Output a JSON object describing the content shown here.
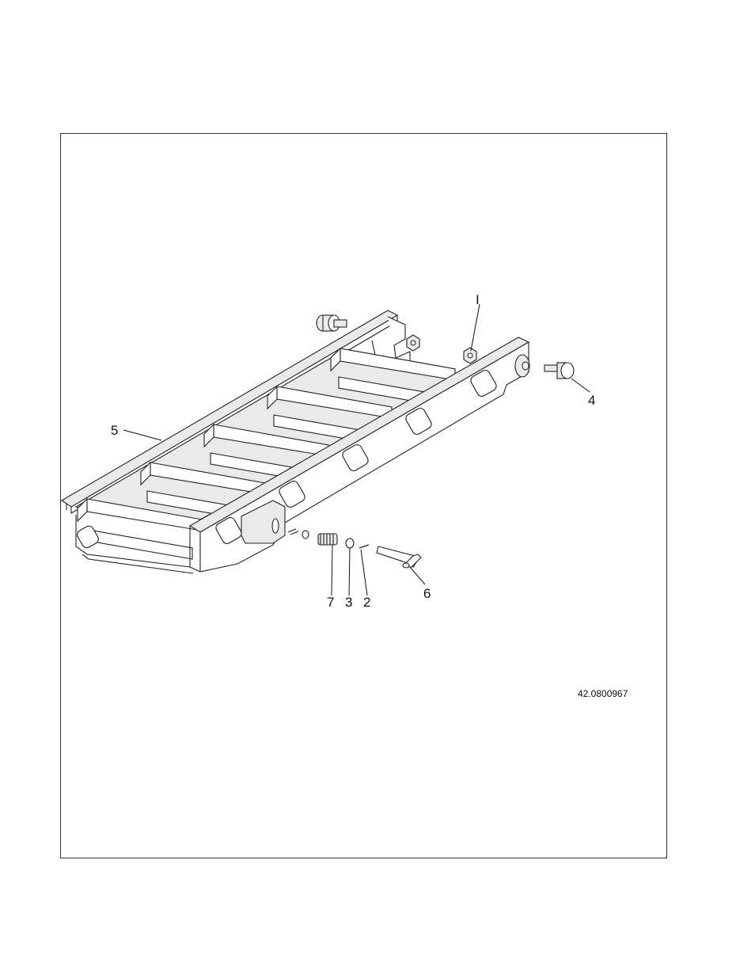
{
  "figure": {
    "document_number": "42.0800967",
    "callouts": [
      {
        "id": "c1",
        "label": "I"
      },
      {
        "id": "c2",
        "label": "2"
      },
      {
        "id": "c3",
        "label": "3"
      },
      {
        "id": "c4",
        "label": "4"
      },
      {
        "id": "c5",
        "label": "5"
      },
      {
        "id": "c6",
        "label": "6"
      },
      {
        "id": "c7",
        "label": "7"
      }
    ],
    "colors": {
      "line": "#222222",
      "fill": "#eaeaea",
      "background": "#ffffff"
    }
  }
}
